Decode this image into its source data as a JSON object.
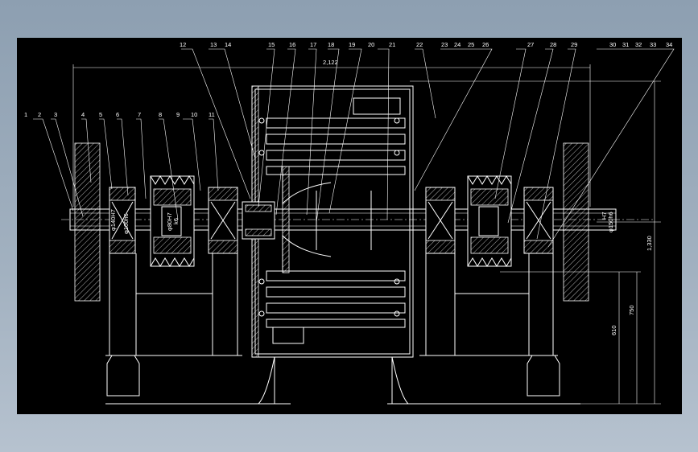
{
  "drawing": {
    "part_labels": [
      "1",
      "2",
      "3",
      "4",
      "5",
      "6",
      "7",
      "8",
      "9",
      "10",
      "11",
      "12",
      "13",
      "14",
      "15",
      "16",
      "17",
      "18",
      "19",
      "20",
      "21",
      "22",
      "23",
      "24",
      "25",
      "26",
      "27",
      "28",
      "29",
      "30",
      "31",
      "32",
      "33",
      "34"
    ],
    "dimensions": {
      "overall_width": "2,122",
      "overall_height": "1,330",
      "height_750": "750",
      "height_610": "610"
    },
    "fit_labels": {
      "left_bore": "φ140H7",
      "left_shaft": "φ100h6",
      "pulley_bore": "φ80H7",
      "pulley_shaft": "k6",
      "right_shaft": "φ150h6",
      "right_fit": "H7"
    }
  }
}
